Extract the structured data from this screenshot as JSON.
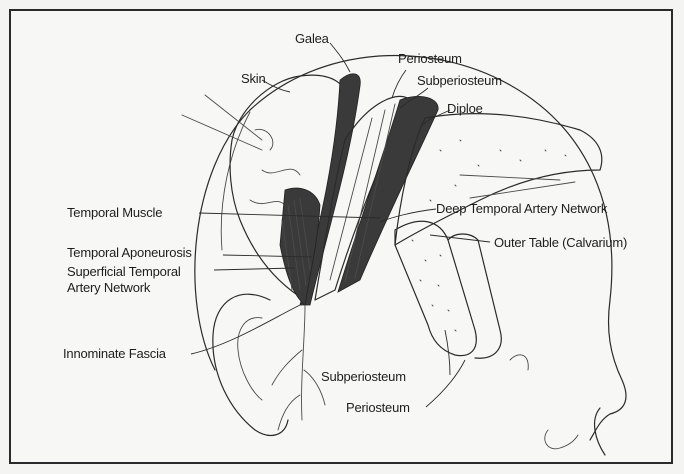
{
  "figure": {
    "labels": {
      "galea": "Galea",
      "skin": "Skin",
      "periosteum_top": "Periosteum",
      "subperiosteum_top": "Subperiosteum",
      "diploe": "Diploe",
      "temporal_muscle": "Temporal Muscle",
      "deep_temporal": "Deep Temporal Artery Network",
      "temporal_aponeurosis": "Temporal Aponeurosis",
      "outer_table": "Outer Table (Calvarium)",
      "superficial_temporal_1": "Superficial Temporal",
      "superficial_temporal_2": "Artery Network",
      "innominate_fascia": "Innominate Fascia",
      "subperiosteum_bottom": "Subperiosteum",
      "periosteum_bottom": "Periosteum"
    }
  }
}
